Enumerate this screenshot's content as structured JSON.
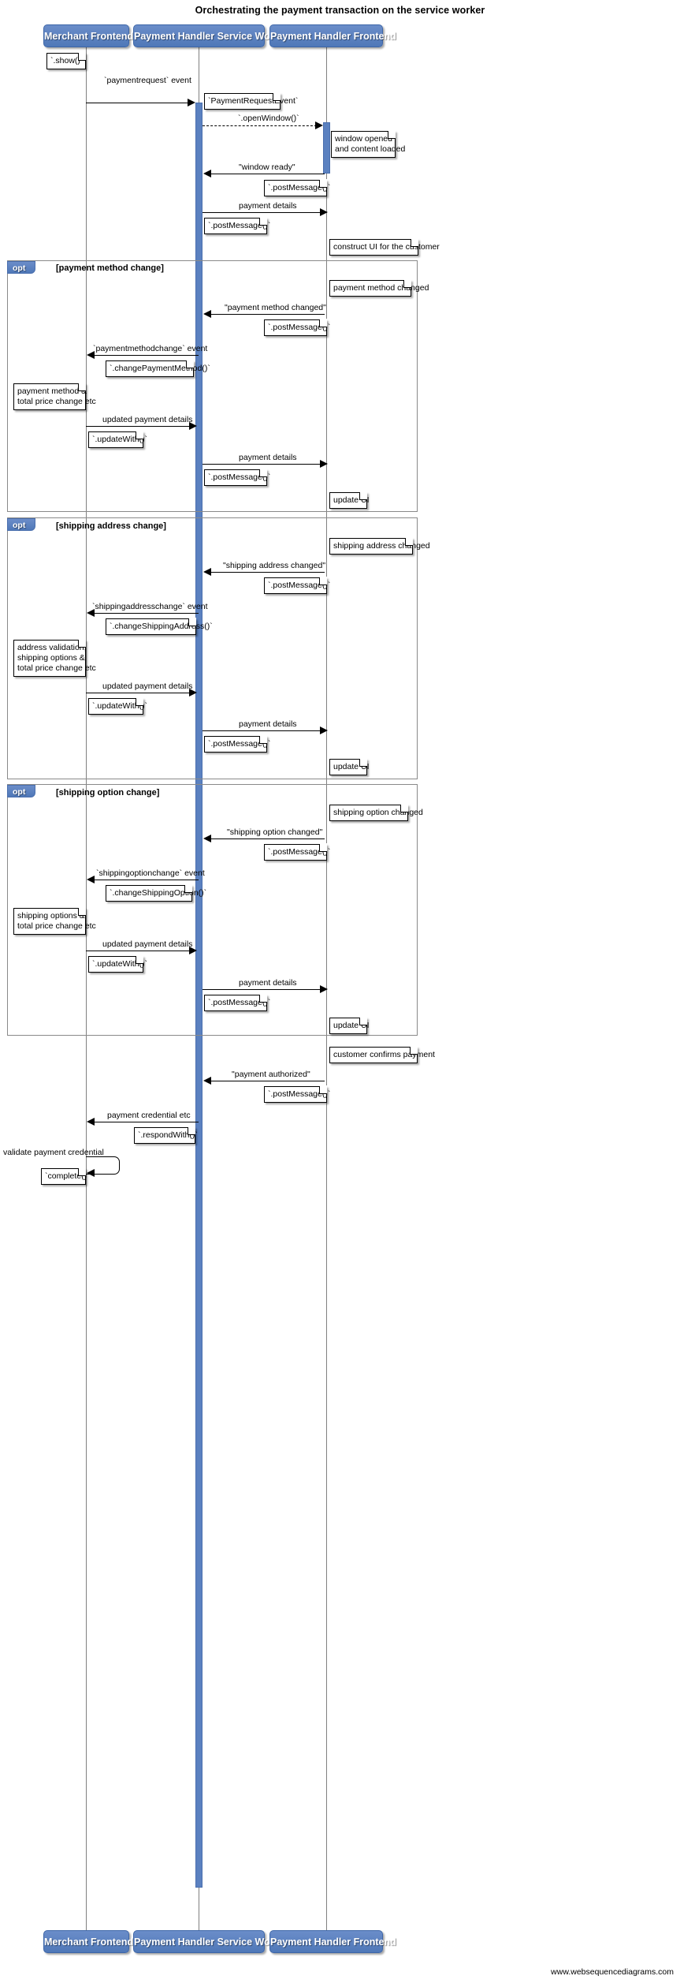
{
  "diagram": {
    "title": "Orchestrating the payment transaction on the service worker",
    "footer": "www.websequencediagrams.com",
    "accent_color": "#5b81c0",
    "note_color": "#ffffff",
    "line_color": "#000000"
  },
  "actors": [
    {
      "id": "merchant",
      "label": "Merchant Frontend"
    },
    {
      "id": "sw",
      "label": "Payment Handler Service Worker"
    },
    {
      "id": "phfe",
      "label": "Payment Handler Frontend"
    }
  ],
  "actors_bottom": [
    {
      "id": "merchant",
      "label": "Merchant Frontend"
    },
    {
      "id": "sw",
      "label": "Payment Handler Service Worker"
    },
    {
      "id": "phfe",
      "label": "Payment Handler Frontend"
    }
  ],
  "fragments": [
    {
      "id": "opt1",
      "keyword": "opt",
      "label": "[payment method change]"
    },
    {
      "id": "opt2",
      "keyword": "opt",
      "label": "[shipping address change]"
    },
    {
      "id": "opt3",
      "keyword": "opt",
      "label": "[shipping option change]"
    }
  ],
  "messages": [
    {
      "id": "m1",
      "label": "`paymentrequest` event"
    },
    {
      "id": "m2",
      "label": "`.openWindow()`"
    },
    {
      "id": "m3",
      "label": "\"window ready\""
    },
    {
      "id": "m4",
      "label": "payment details"
    },
    {
      "id": "m5",
      "label": "\"payment method changed\""
    },
    {
      "id": "m6",
      "label": "`paymentmethodchange` event"
    },
    {
      "id": "m7",
      "label": "updated payment details"
    },
    {
      "id": "m8",
      "label": "payment details"
    },
    {
      "id": "m9",
      "label": "\"shipping address changed\""
    },
    {
      "id": "m10",
      "label": "`shippingaddresschange` event"
    },
    {
      "id": "m11",
      "label": "updated payment details"
    },
    {
      "id": "m12",
      "label": "payment details"
    },
    {
      "id": "m13",
      "label": "\"shipping option changed\""
    },
    {
      "id": "m14",
      "label": "`shippingoptionchange` event"
    },
    {
      "id": "m15",
      "label": "updated payment details"
    },
    {
      "id": "m16",
      "label": "payment details"
    },
    {
      "id": "m17",
      "label": "\"payment authorized\""
    },
    {
      "id": "m18",
      "label": "payment credential etc"
    },
    {
      "id": "m19",
      "label": "validate payment credential"
    }
  ],
  "notes": [
    {
      "id": "n1",
      "text": "`.show()`"
    },
    {
      "id": "n2",
      "text": "`PaymentRequestEvent`"
    },
    {
      "id": "n3",
      "text": "window opened\nand content loaded"
    },
    {
      "id": "n4",
      "text": "`.postMessage()`"
    },
    {
      "id": "n5",
      "text": "`.postMessage()`"
    },
    {
      "id": "n6",
      "text": "construct UI for the customer"
    },
    {
      "id": "n7",
      "text": "payment method changed"
    },
    {
      "id": "n8",
      "text": "`.postMessage()`"
    },
    {
      "id": "n9",
      "text": "`.changePaymentMethod()`"
    },
    {
      "id": "n10",
      "text": "payment method &\ntotal price change etc"
    },
    {
      "id": "n11",
      "text": "`.updateWith()`"
    },
    {
      "id": "n12",
      "text": "`.postMessage()`"
    },
    {
      "id": "n13",
      "text": "update UI"
    },
    {
      "id": "n14",
      "text": "shipping address changed"
    },
    {
      "id": "n15",
      "text": "`.postMessage()`"
    },
    {
      "id": "n16",
      "text": "`.changeShippingAddress()`"
    },
    {
      "id": "n17",
      "text": "address validation,\nshipping options &\ntotal price change etc"
    },
    {
      "id": "n18",
      "text": "`.updateWith()`"
    },
    {
      "id": "n19",
      "text": "`.postMessage()`"
    },
    {
      "id": "n20",
      "text": "update UI"
    },
    {
      "id": "n21",
      "text": "shipping option changed"
    },
    {
      "id": "n22",
      "text": "`.postMessage()`"
    },
    {
      "id": "n23",
      "text": "`.changeShippingOption()`"
    },
    {
      "id": "n24",
      "text": "shipping options &\ntotal price change etc"
    },
    {
      "id": "n25",
      "text": "`.updateWith()`"
    },
    {
      "id": "n26",
      "text": "`.postMessage()`"
    },
    {
      "id": "n27",
      "text": "update UI"
    },
    {
      "id": "n28",
      "text": "customer confirms payment"
    },
    {
      "id": "n29",
      "text": "`.postMessage()`"
    },
    {
      "id": "n30",
      "text": "`.respondWith()`"
    },
    {
      "id": "n31",
      "text": "`complete()`"
    }
  ]
}
